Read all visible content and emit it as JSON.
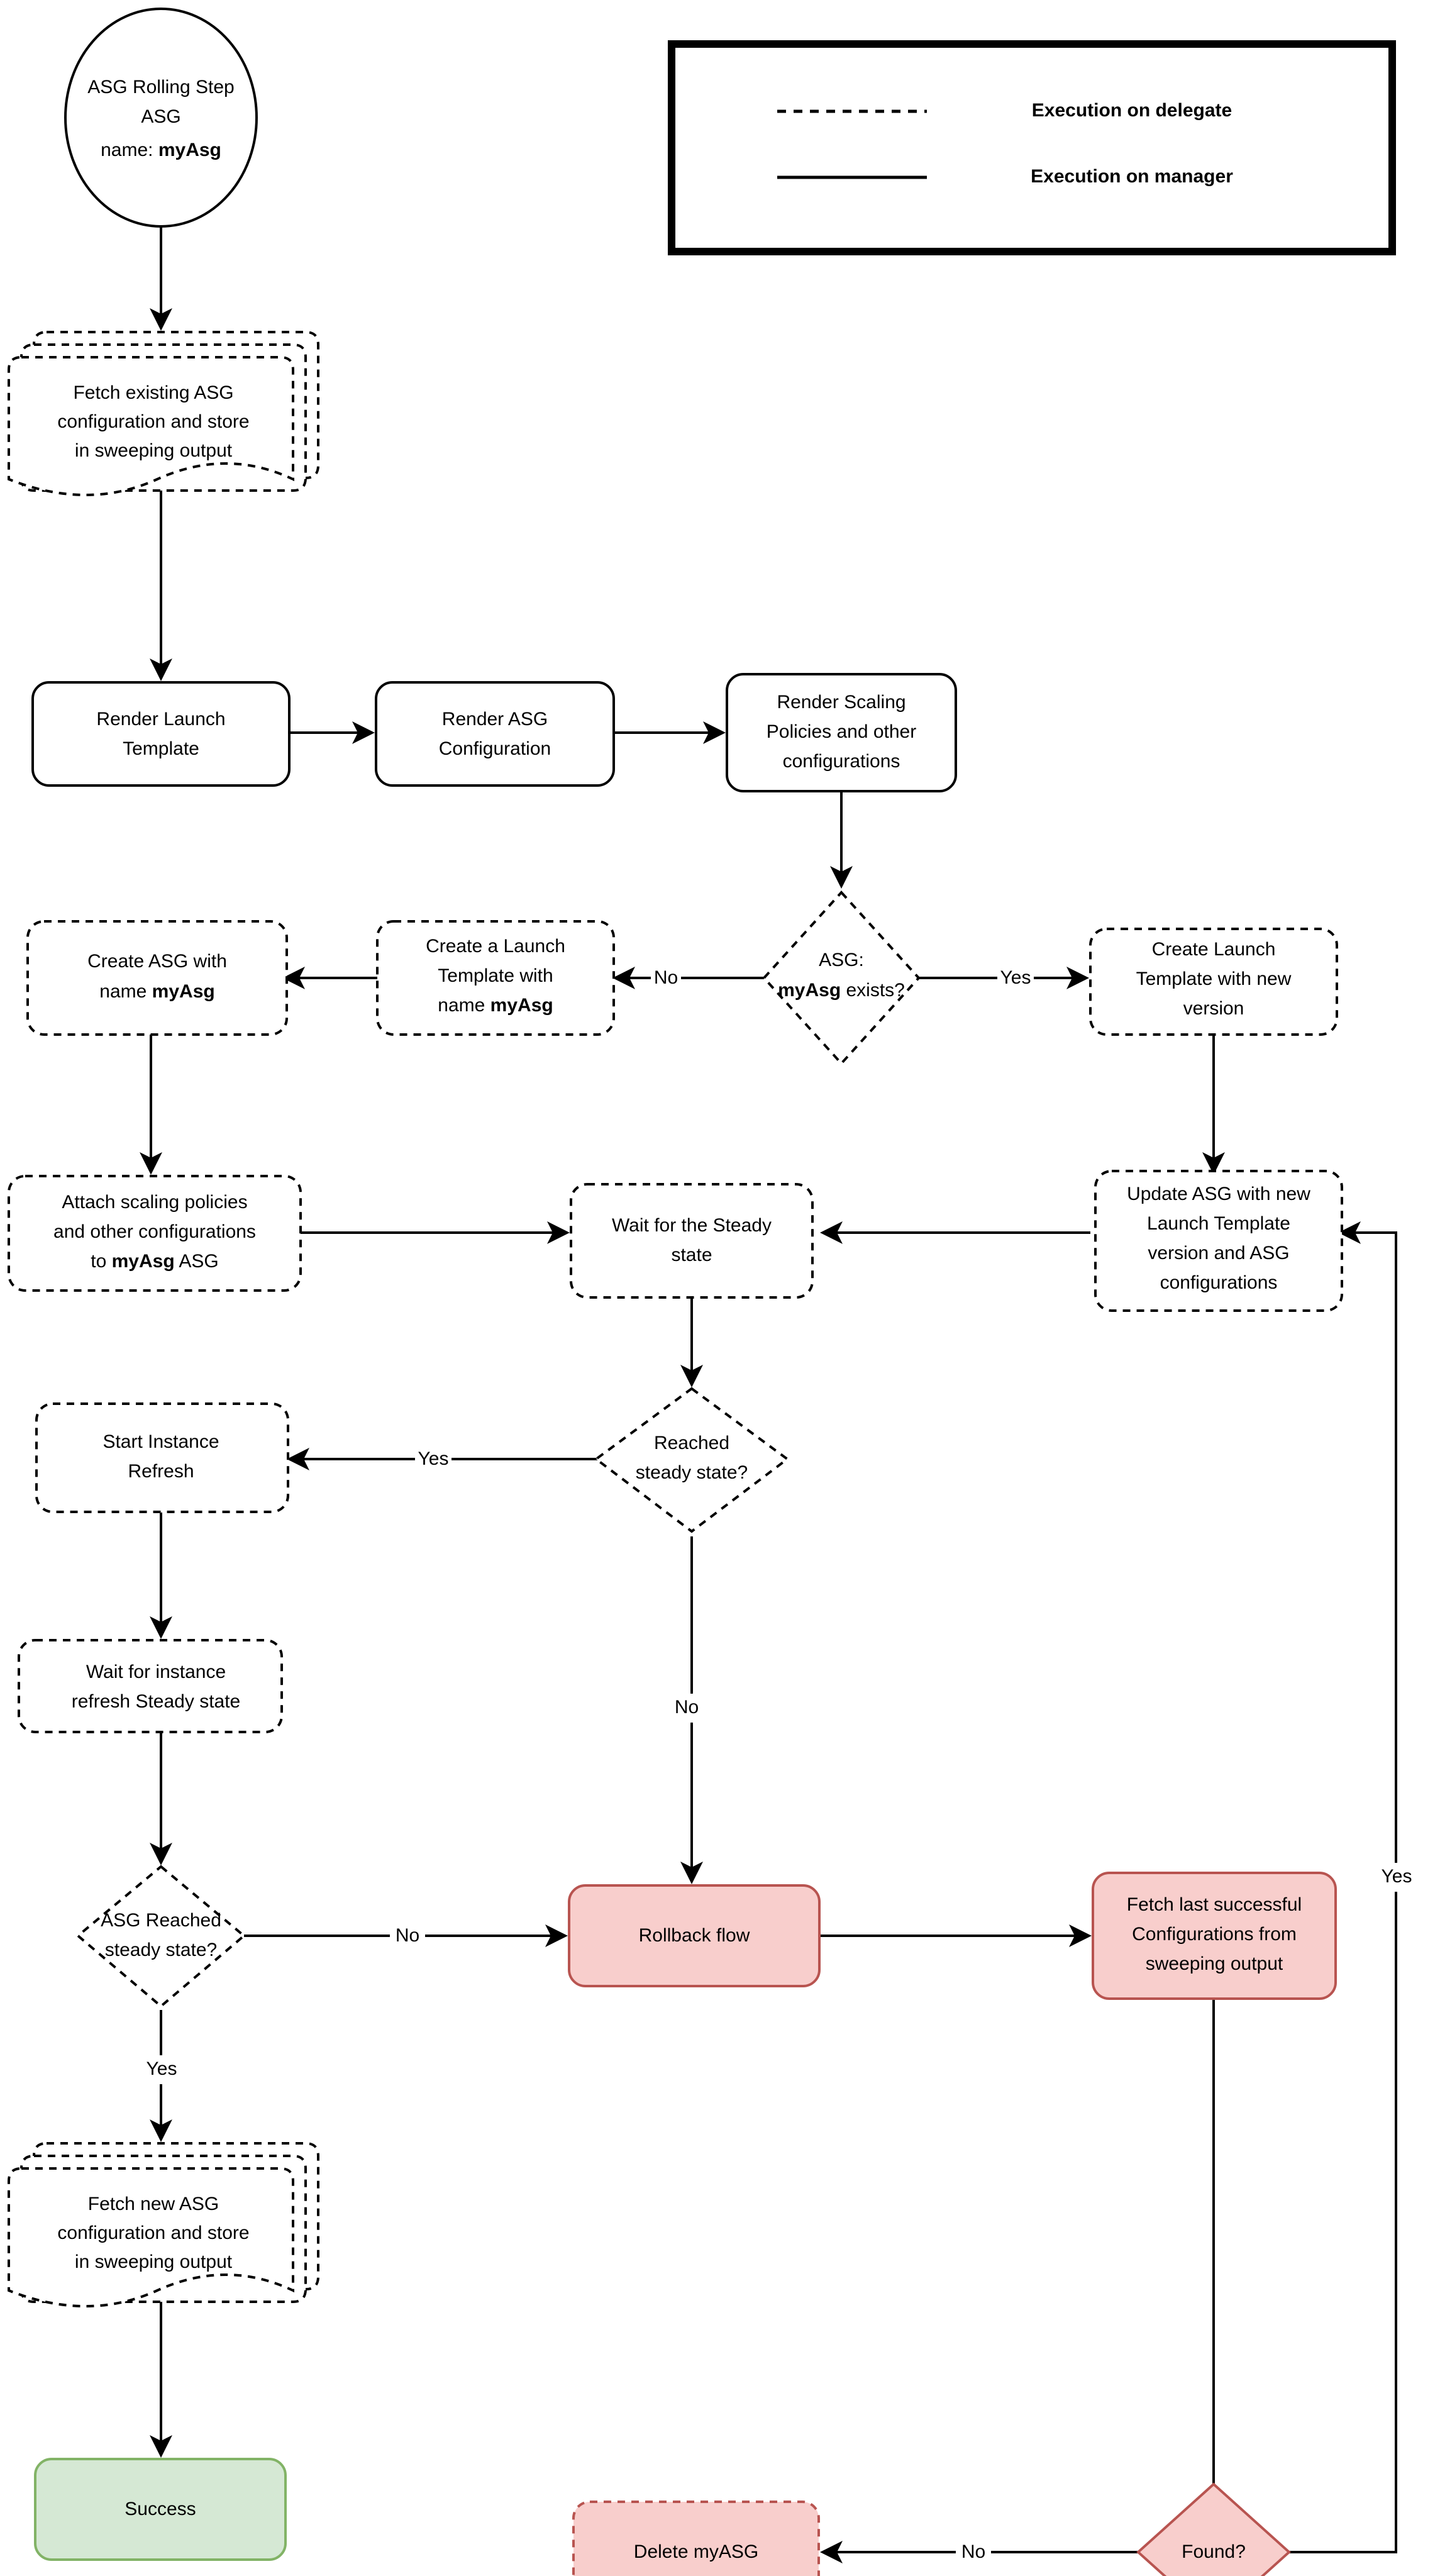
{
  "diagram": {
    "title": "ASG Rolling Step flowchart",
    "colors": {
      "red_fill": "#f8cecc",
      "red_stroke": "#b85450",
      "green_fill": "#d5e8d4",
      "green_stroke": "#82b366",
      "line": "#000000",
      "background": "#ffffff"
    }
  },
  "legend": {
    "items": [
      {
        "style": "dashed",
        "label": "Execution on delegate"
      },
      {
        "style": "solid",
        "label": "Execution on manager"
      }
    ]
  },
  "nodes": {
    "start": {
      "shape": "ellipse",
      "style": "solid",
      "line1": "ASG Rolling Step",
      "line2": "ASG",
      "line3_prefix": "name: ",
      "line3_bold": "myAsg"
    },
    "fetch_existing": {
      "shape": "multi-document",
      "style": "dashed",
      "line1": "Fetch existing ASG",
      "line2": "configuration and store",
      "line3": "in sweeping output"
    },
    "render_launch_template": {
      "shape": "rounded-rect",
      "style": "solid",
      "line1": "Render Launch",
      "line2": "Template"
    },
    "render_asg_config": {
      "shape": "rounded-rect",
      "style": "solid",
      "line1": "Render ASG",
      "line2": "Configuration"
    },
    "render_scaling_policies": {
      "shape": "rounded-rect",
      "style": "solid",
      "line1": "Render Scaling",
      "line2": "Policies and other",
      "line3": "configurations"
    },
    "asg_exists_decision": {
      "shape": "diamond",
      "style": "dashed",
      "line1": "ASG:",
      "line2_bold": "myAsg",
      "line2_rest": " exists?"
    },
    "create_launch_template_named": {
      "shape": "rounded-rect",
      "style": "dashed",
      "line1": "Create a Launch",
      "line2": "Template with",
      "line3_prefix": "name ",
      "line3_bold": "myAsg"
    },
    "create_asg": {
      "shape": "rounded-rect",
      "style": "dashed",
      "line1": "Create ASG with",
      "line2_prefix": "name ",
      "line2_bold": "myAsg"
    },
    "create_launch_template_version": {
      "shape": "rounded-rect",
      "style": "dashed",
      "line1": "Create Launch",
      "line2": "Template with new",
      "line3": "version"
    },
    "attach_scaling_policies": {
      "shape": "rounded-rect",
      "style": "dashed",
      "line1": "Attach scaling policies",
      "line2": "and other configurations",
      "line3_prefix": "to ",
      "line3_bold": "myAsg",
      "line3_suffix": " ASG"
    },
    "wait_steady_state": {
      "shape": "rounded-rect",
      "style": "dashed",
      "line1": "Wait for the Steady",
      "line2": "state"
    },
    "update_asg": {
      "shape": "rounded-rect",
      "style": "dashed",
      "line1": "Update ASG with new",
      "line2": "Launch Template",
      "line3": "version and ASG",
      "line4": "configurations"
    },
    "reached_steady_state_decision": {
      "shape": "diamond",
      "style": "dashed",
      "line1": "Reached",
      "line2": "steady state?"
    },
    "start_instance_refresh": {
      "shape": "rounded-rect",
      "style": "dashed",
      "line1": "Start Instance",
      "line2": "Refresh"
    },
    "wait_instance_refresh": {
      "shape": "rounded-rect",
      "style": "dashed",
      "line1": "Wait for instance",
      "line2": "refresh Steady state"
    },
    "asg_reached_steady_decision": {
      "shape": "diamond",
      "style": "dashed",
      "line1": "ASG Reached",
      "line2": "steady state?"
    },
    "rollback_flow": {
      "shape": "rounded-rect",
      "style": "solid-red",
      "line1": "Rollback flow"
    },
    "fetch_last_successful": {
      "shape": "rounded-rect",
      "style": "solid-red",
      "line1": "Fetch last successful",
      "line2": "Configurations from",
      "line3": "sweeping output"
    },
    "fetch_new_asg": {
      "shape": "multi-document",
      "style": "dashed",
      "line1": "Fetch new ASG",
      "line2": "configuration and store",
      "line3": "in sweeping output"
    },
    "success": {
      "shape": "rounded-rect",
      "style": "solid-green",
      "line1": "Success"
    },
    "delete_myasg": {
      "shape": "rounded-rect",
      "style": "dashed-red",
      "line1": "Delete myASG"
    },
    "found_decision": {
      "shape": "diamond",
      "style": "solid-red",
      "line1": "Found?"
    }
  },
  "edge_labels": {
    "asg_exists_no": "No",
    "asg_exists_yes": "Yes",
    "reached_steady_yes": "Yes",
    "reached_steady_no": "No",
    "asg_reached_no": "No",
    "asg_reached_yes": "Yes",
    "found_no": "No",
    "found_yes": "Yes"
  }
}
